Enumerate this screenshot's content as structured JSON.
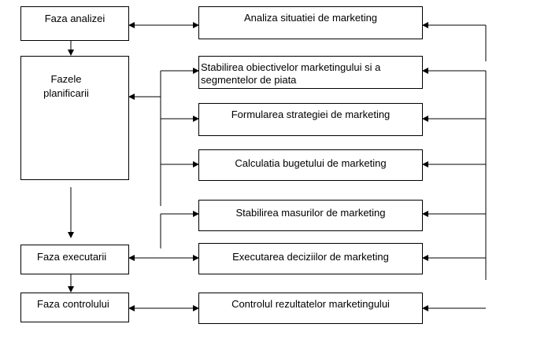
{
  "phases": {
    "analysis": "Faza analizei",
    "planning": "Fazele planificarii",
    "execution": "Faza executarii",
    "control": "Faza controlului"
  },
  "activities": [
    {
      "id": "analysis",
      "label": "Analiza situatiei de marketing"
    },
    {
      "id": "objectives",
      "label": "Stabilirea obiectivelor marketingului si a segmentelor de piata"
    },
    {
      "id": "strategy",
      "label": "Formularea strategiei de marketing"
    },
    {
      "id": "budget",
      "label": "Calculatia bugetului de marketing"
    },
    {
      "id": "measures",
      "label": "Stabilirea masurilor de marketing"
    },
    {
      "id": "decisions",
      "label": "Executarea deciziilor de marketing"
    },
    {
      "id": "results",
      "label": "Controlul rezultatelor marketingului"
    }
  ]
}
